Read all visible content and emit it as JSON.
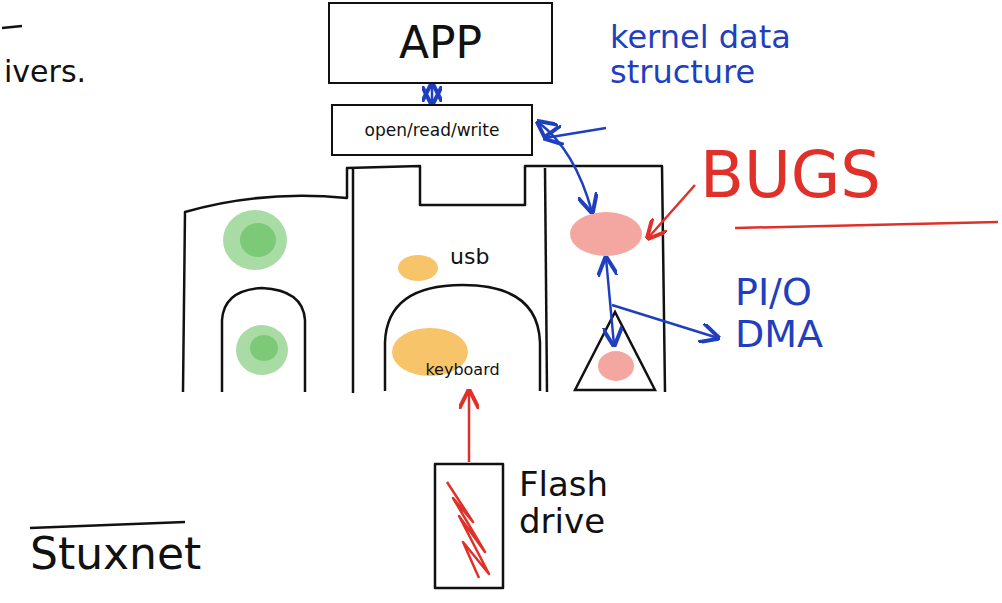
{
  "diagram": {
    "nodes": [
      {
        "text": [
          "APP"
        ]
      },
      {
        "text": [
          "open/read/write"
        ]
      },
      {
        "text": [
          "usb"
        ]
      },
      {
        "text": [
          "keyboard"
        ],
        "in": 2
      },
      {
        "text": [
          "Flash drive"
        ]
      }
    ],
    "edges": [
      {
        "from": 0,
        "to": 1,
        "arrow": "both"
      },
      {
        "from": 4,
        "to": 3,
        "arrow": "to"
      }
    ],
    "labels": [
      "ivers.",
      "kernel data structure",
      "BUGS",
      "PI/O DMA",
      "Stuxnet"
    ]
  }
}
